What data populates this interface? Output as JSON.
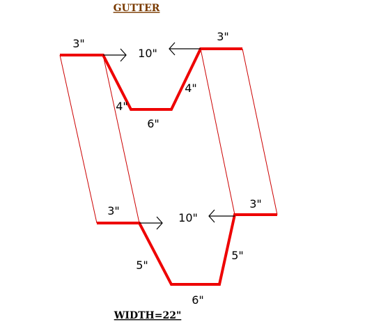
{
  "title": "GUTTER",
  "footer": "WIDTH=22\"",
  "colors": {
    "profile": "#ee0000",
    "extrusion": "#cc0000",
    "title": "#7a3a00",
    "arrow": "#000000"
  },
  "top_profile": {
    "left_flange": "3\"",
    "opening": "10\"",
    "right_flange": "3\"",
    "left_side": "4\"",
    "right_side": "4\"",
    "bottom": "6\""
  },
  "bottom_profile": {
    "left_flange": "3\"",
    "opening": "10\"",
    "right_flange": "3\"",
    "left_side": "5\"",
    "right_side": "5\"",
    "bottom": "6\""
  }
}
